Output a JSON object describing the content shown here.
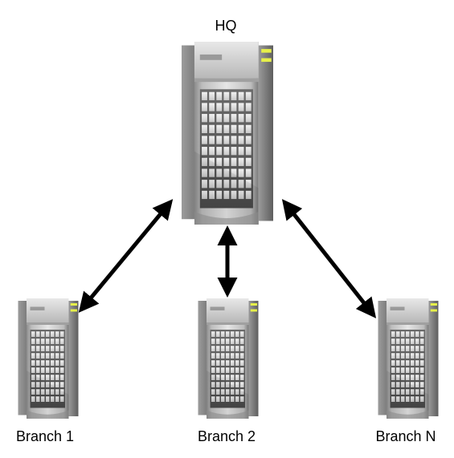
{
  "diagram": {
    "hub": {
      "label": "HQ",
      "icon": "server-tower-icon"
    },
    "branches": [
      {
        "label": "Branch 1",
        "icon": "server-tower-icon"
      },
      {
        "label": "Branch 2",
        "icon": "server-tower-icon"
      },
      {
        "label": "Branch N",
        "icon": "server-tower-icon"
      }
    ],
    "connections": [
      {
        "from": "HQ",
        "to": "Branch 1",
        "direction": "bidirectional"
      },
      {
        "from": "HQ",
        "to": "Branch 2",
        "direction": "bidirectional"
      },
      {
        "from": "HQ",
        "to": "Branch N",
        "direction": "bidirectional"
      }
    ],
    "colors": {
      "server_light": "#d9d9d9",
      "server_mid": "#a6a6a6",
      "server_dark": "#6e6e6e",
      "indicator_light": "#e6f04a",
      "arrow": "#000000"
    }
  }
}
